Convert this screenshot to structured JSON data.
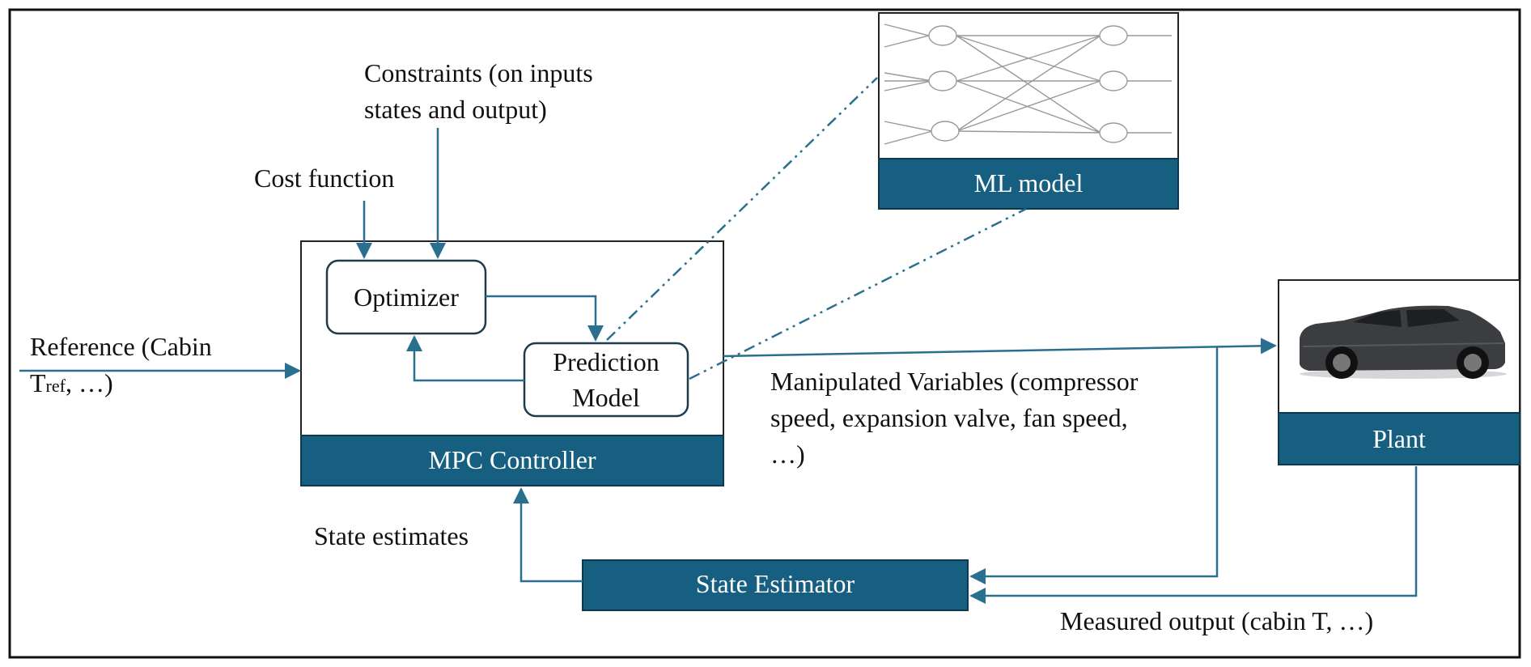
{
  "colors": {
    "accent": "#165f80",
    "line": "#2a6f8f",
    "text": "#111111",
    "nn": "#999999"
  },
  "labels": {
    "constraints_line1": "Constraints (on inputs",
    "constraints_line2": "states and output)",
    "cost_function": "Cost function",
    "reference_line1": "Reference (Cabin",
    "reference_T": "T",
    "reference_sub": "ref",
    "reference_rest": ", …)",
    "manipulated_line1": "Manipulated Variables (compressor",
    "manipulated_line2": "speed, expansion valve, fan speed,",
    "manipulated_line3": "…)",
    "state_estimates": "State estimates",
    "measured_output": "Measured output (cabin T, …)"
  },
  "blocks": {
    "optimizer": "Optimizer",
    "prediction_model_line1": "Prediction",
    "prediction_model_line2": "Model",
    "mpc_controller": "MPC Controller",
    "ml_model": "ML model",
    "plant": "Plant",
    "state_estimator": "State Estimator"
  },
  "icons": {
    "neural_network": "neural-network-icon",
    "vehicle": "suv-car-icon"
  }
}
